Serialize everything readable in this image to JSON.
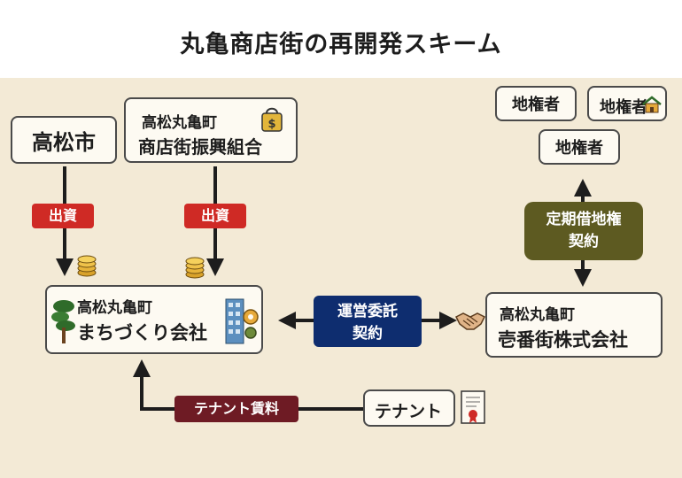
{
  "title": "丸亀商店街の再開発スキーム",
  "nodes": {
    "takamatsu_city": "高松市",
    "union_line1": "高松丸亀町",
    "union_line2": "商店街振興組合",
    "machizukuri_line1": "高松丸亀町",
    "machizukuri_line2": "まちづくり会社",
    "ichibangai_line1": "高松丸亀町",
    "ichibangai_line2": "壱番街株式会社",
    "landowner_left": "地権者",
    "landowner_right": "地権者",
    "landowner_main": "地権者",
    "tenant": "テナント"
  },
  "labels": {
    "investment_left": "出資",
    "investment_right": "出資",
    "land_lease_line1": "定期借地権",
    "land_lease_line2": "契約",
    "operation_line1": "運営委託",
    "operation_line2": "契約",
    "tenant_rent": "テナント賃料"
  },
  "icons": {
    "shopping_bag": "shopping-bag-dollar-icon",
    "coins": "coin-stack-icon",
    "tree": "pine-tree-icon",
    "building": "building-gear-icon",
    "handshake": "handshake-icon",
    "house": "house-icon",
    "document": "contract-document-icon"
  },
  "colors": {
    "background": "#f3ead6",
    "red_label": "#cf2a25",
    "green_label": "#5d5a21",
    "blue_label": "#0e2d6f",
    "maroon_label": "#6e1b24"
  }
}
